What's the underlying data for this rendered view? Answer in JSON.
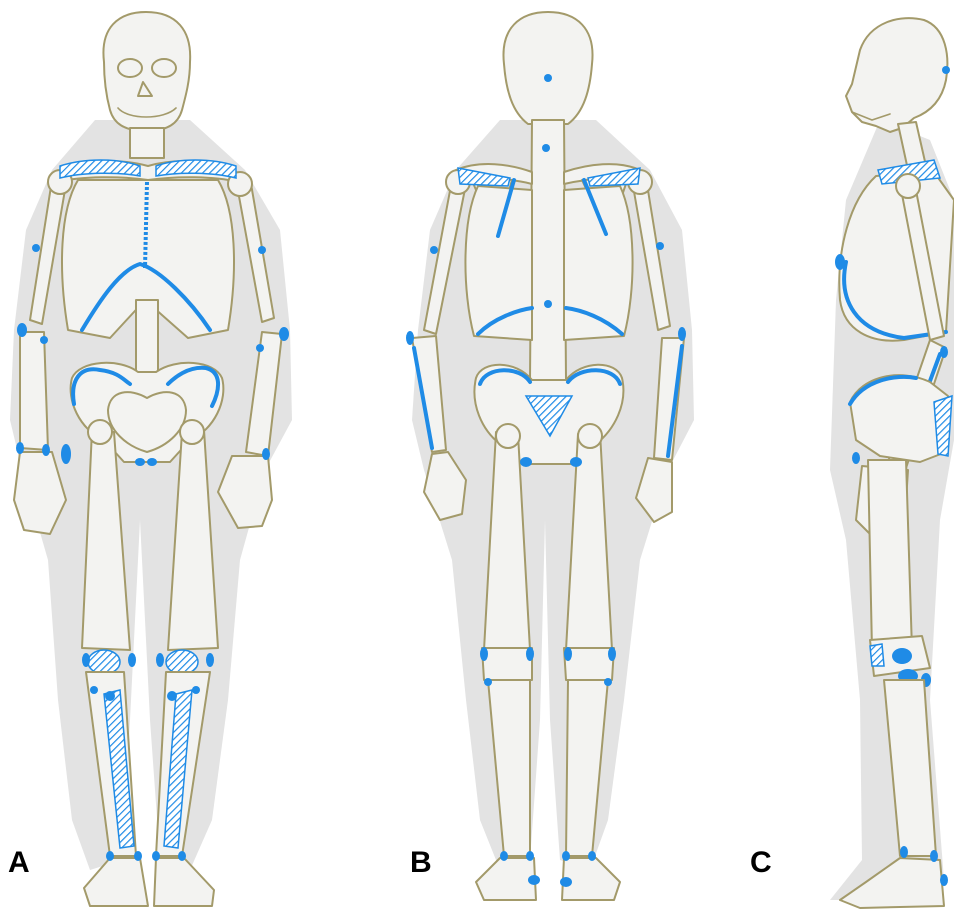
{
  "labels": {
    "a": "A",
    "b": "B",
    "c": "C"
  },
  "colors": {
    "bone_fill": "#f3f3f1",
    "bone_outline": "#a39a6a",
    "body_shadow": "#e3e3e3",
    "landmark_blue": "#1f8be6"
  },
  "views": [
    {
      "id": "A",
      "orientation": "front"
    },
    {
      "id": "B",
      "orientation": "back"
    },
    {
      "id": "C",
      "orientation": "side"
    }
  ]
}
